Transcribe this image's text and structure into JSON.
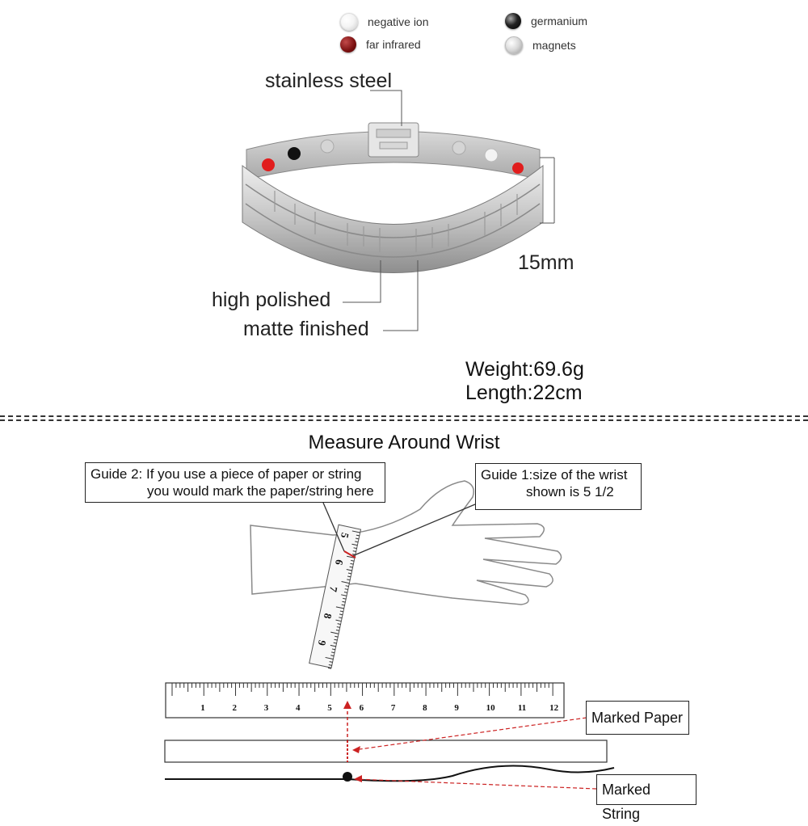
{
  "legend": {
    "negative_ion": "negative ion",
    "far_infrared": "far infrared",
    "germanium": "germanium",
    "magnets": "magnets"
  },
  "product": {
    "stainless_steel": "stainless steel",
    "width": "15mm",
    "high_polished": "high polished",
    "matte_finished": "matte finished",
    "weight": "Weight:69.6g",
    "length": "Length:22cm"
  },
  "measure": {
    "title": "Measure Around Wrist",
    "guide2_line1": "Guide 2: If you use a piece of paper or string",
    "guide2_line2": "you would mark the paper/string here",
    "guide1_line1": "Guide 1:size of the wrist",
    "guide1_line2": "shown is 5 1/2",
    "marked_paper": "Marked Paper",
    "marked_string": "Marked String",
    "ruler_numbers": [
      "1",
      "2",
      "3",
      "4",
      "5",
      "6",
      "7",
      "8",
      "9",
      "10",
      "11",
      "12"
    ],
    "tape_numbers": [
      "5",
      "6",
      "7",
      "8",
      "9"
    ]
  },
  "colors": {
    "far_infrared": "#7a0f0f",
    "germanium": "#000000",
    "mark_red": "#cc2222",
    "steel": "#b8b8b8"
  }
}
